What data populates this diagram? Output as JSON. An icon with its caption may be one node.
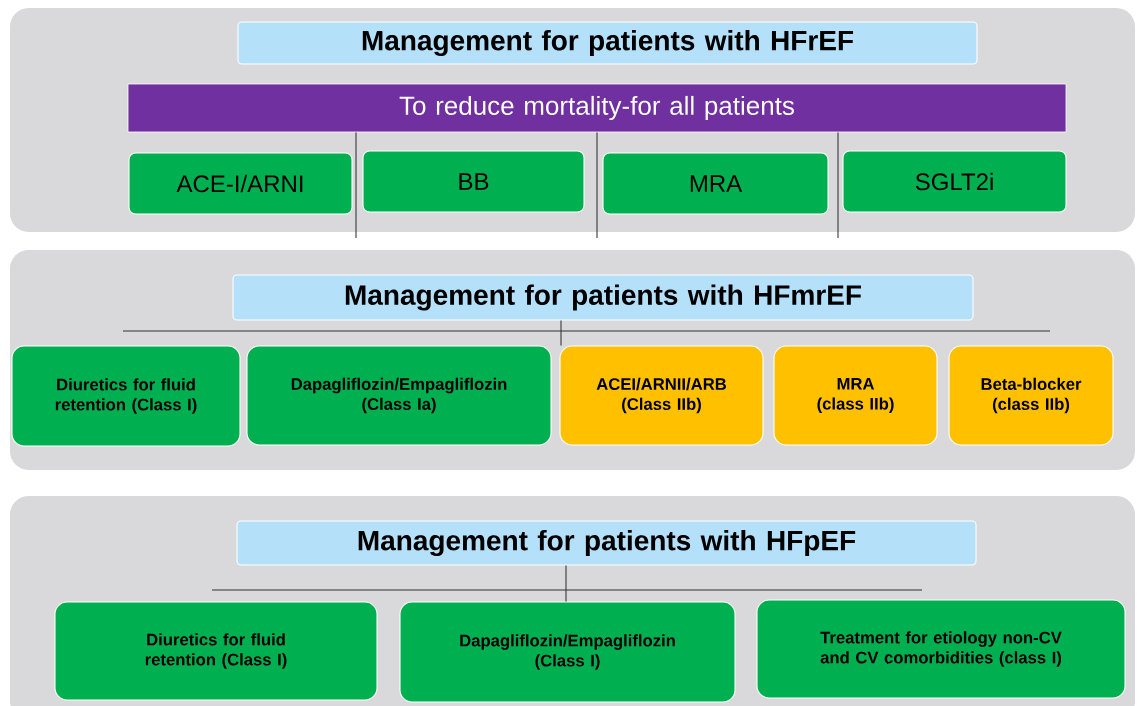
{
  "diagram": {
    "nodes": [
      {
        "text": [],
        "shape": "box"
      },
      {
        "text": [
          "Management for patients with HFrEF"
        ],
        "in": 0
      },
      {
        "text": [
          "To reduce mortality-for all patients"
        ],
        "in": 0
      },
      {
        "text": [
          "ACE-I/ARNI"
        ],
        "in": 0
      },
      {
        "text": [
          "BB"
        ],
        "in": 0
      },
      {
        "text": [
          "MRA"
        ],
        "in": 0
      },
      {
        "text": [
          "SGLT2i"
        ],
        "in": 0
      },
      {
        "text": [],
        "shape": "box"
      },
      {
        "text": [
          "Management for patients with HFmrEF"
        ],
        "in": 7
      },
      {
        "text": [
          "Diuretics for fluid retention (Class I)"
        ],
        "in": 7
      },
      {
        "text": [
          "Dapagliflozin/Empagliflozin (Class Ia)"
        ],
        "in": 7
      },
      {
        "text": [
          "ACEI/ARNII/ARB (Class IIb)"
        ],
        "in": 7
      },
      {
        "text": [
          "MRA (class IIb)"
        ],
        "in": 7
      },
      {
        "text": [
          "Beta-blocker (class IIb)"
        ],
        "in": 7
      },
      {
        "text": [],
        "shape": "box"
      },
      {
        "text": [
          "Management for patients with HFpEF"
        ],
        "in": 14
      },
      {
        "text": [
          "Diuretics for fluid retention (Class I)"
        ],
        "in": 14
      },
      {
        "text": [
          "Dapagliflozin/Empagliflozin (Class I)"
        ],
        "in": 14
      },
      {
        "text": [
          "Treatment for etiology non-CV and CV comorbidities (class I)"
        ],
        "in": 14
      }
    ],
    "edges": [
      {
        "from": 8,
        "to": 11,
        "arrow": "none"
      },
      {
        "from": 15,
        "to": 17,
        "arrow": "none"
      }
    ]
  }
}
